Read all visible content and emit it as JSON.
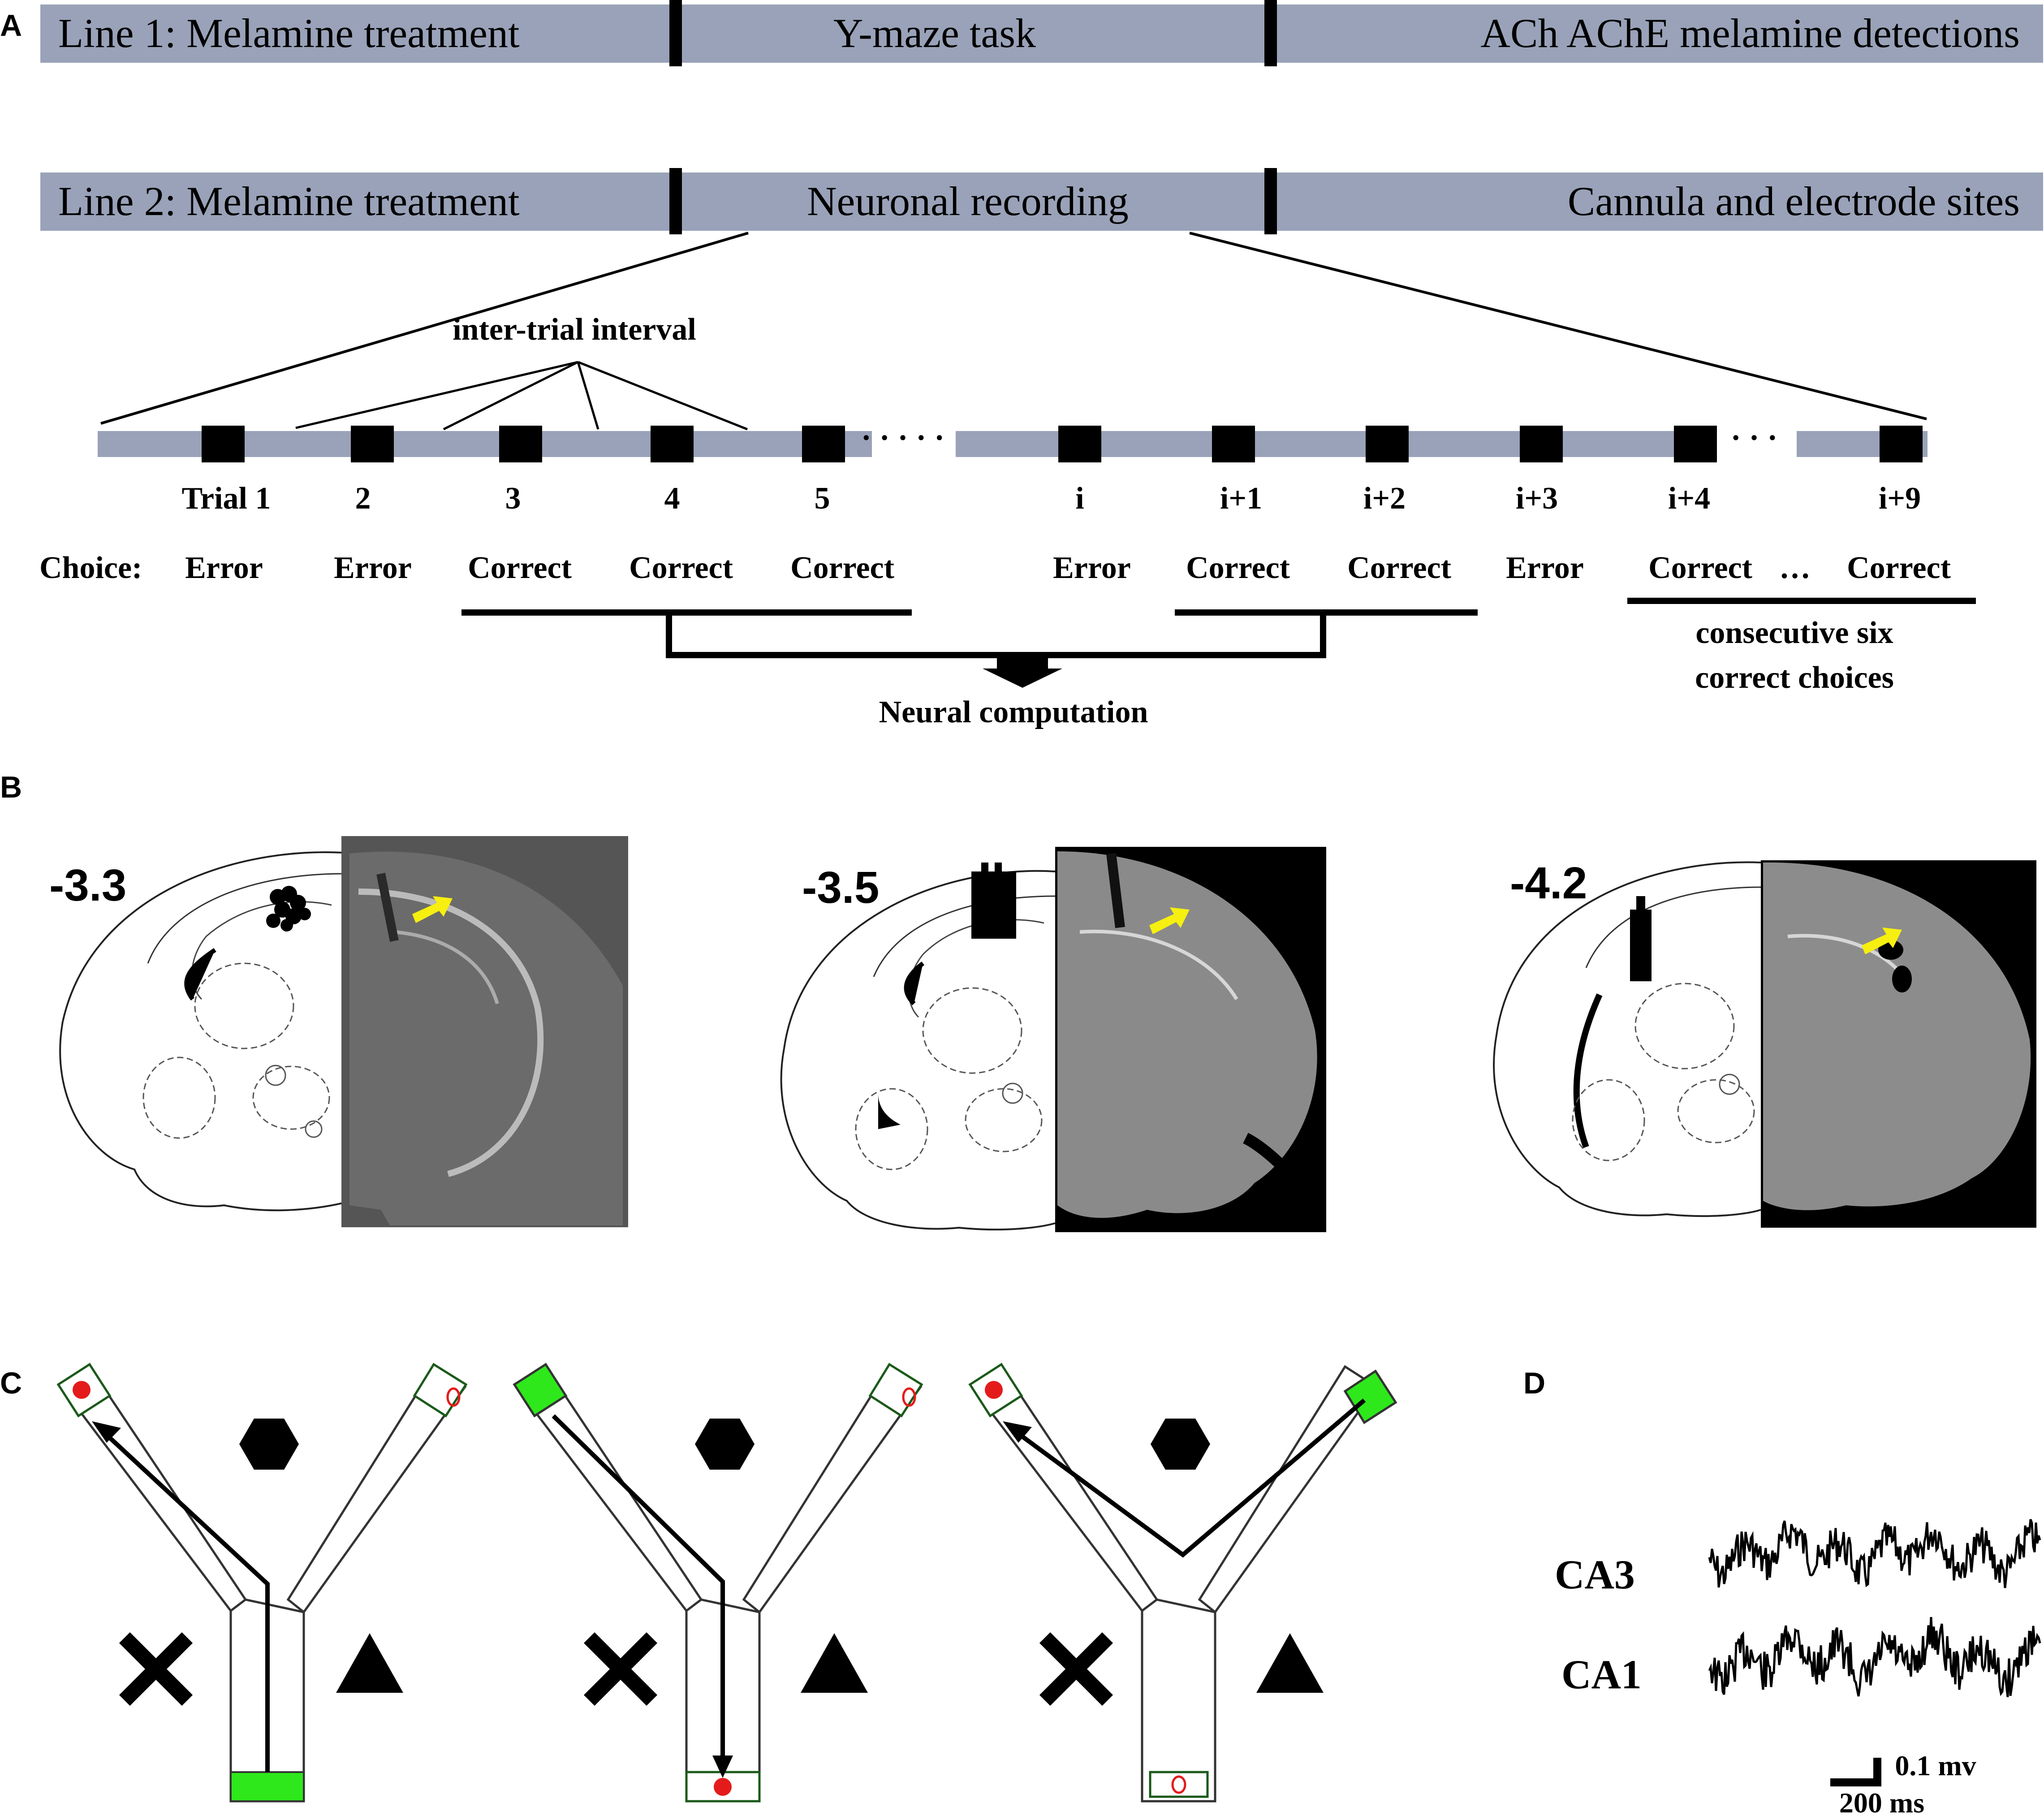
{
  "panels": {
    "a": "A",
    "b": "B",
    "c": "C",
    "d": "D"
  },
  "timeline": {
    "line1": [
      "Line 1: Melamine treatment",
      "Y-maze task",
      "ACh AChE melamine detections"
    ],
    "line2": [
      "Line 2: Melamine treatment",
      "Neuronal recording",
      "Cannula and electrode sites"
    ]
  },
  "trials": {
    "iti_label": "inter-trial interval",
    "dots_mid": "· · · · ·",
    "dots_end": "· · ·",
    "labels": [
      "Trial  1",
      "2",
      "3",
      "4",
      "5",
      "i",
      "i+1",
      "i+2",
      "i+3",
      "i+4",
      "i+9"
    ],
    "choice_prefix": "Choice:",
    "choices": [
      "Error",
      "Error",
      "Correct",
      "Correct",
      "Correct",
      "Error",
      "Correct",
      "Correct",
      "Error",
      "Correct",
      "…",
      "Correct"
    ],
    "neural_computation": "Neural computation",
    "consecutive": [
      "consecutive six",
      "correct choices"
    ]
  },
  "sections": [
    "-3.3",
    "-3.5",
    "-4.2"
  ],
  "lfp": {
    "traces": [
      "CA3",
      "CA1"
    ],
    "scale_y": "0.1 mv",
    "scale_x": "200 ms"
  },
  "colors": {
    "bar": "#99a2b8",
    "green": "#2ee81c",
    "red": "#e41b1b",
    "yellow": "#f6ef0f",
    "ink": "#000000"
  }
}
